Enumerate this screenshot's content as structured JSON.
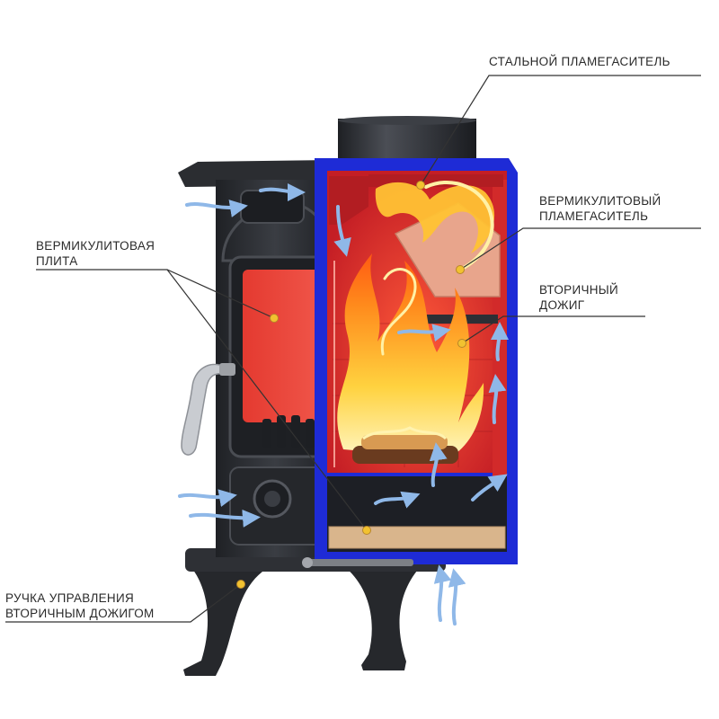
{
  "callouts": {
    "steel_baffle": {
      "lines": [
        "СТАЛЬНОЙ ПЛАМЕГАСИТЕЛЬ"
      ]
    },
    "vermiculite_baffle": {
      "lines": [
        "ВЕРМИКУЛИТОВЫЙ",
        "ПЛАМЕГАСИТЕЛЬ"
      ]
    },
    "secondary_burn": {
      "lines": [
        "ВТОРИЧНЫЙ",
        "ДОЖИГ"
      ]
    },
    "vermiculite_plate": {
      "lines": [
        "ВЕРМИКУЛИТОВАЯ",
        "ПЛИТА"
      ]
    },
    "control_handle": {
      "lines": [
        "РУЧКА УПРАВЛЕНИЯ",
        "ВТОРИЧНЫМ ДОЖИГОМ"
      ]
    }
  },
  "colors": {
    "cast_iron": "#2b2d31",
    "cast_iron_highlight": "#4a4d53",
    "blue_outline": "#1e2bd6",
    "firebox_red": "#e5322f",
    "firebox_dark_red": "#b01d22",
    "vermiculite": "#e8a58c",
    "ash_plate": "#d9b58c",
    "marker": "#f2c230",
    "arrow_blue": "#8fb8e8",
    "flame_yellow": "#ffd23f",
    "flame_orange": "#ff8a1c",
    "leader_line": "#333333"
  }
}
